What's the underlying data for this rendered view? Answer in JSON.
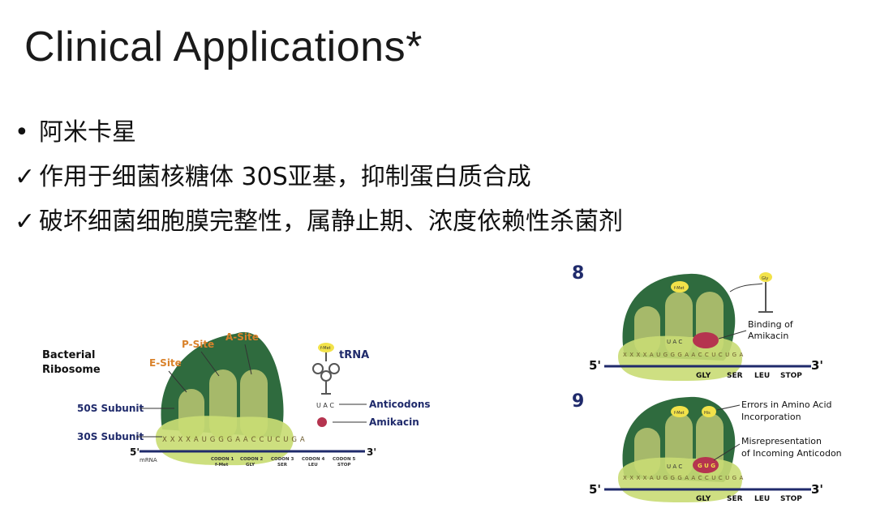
{
  "title": "Clinical Applications*",
  "bullets": [
    {
      "marker": "•",
      "text": "阿米卡星"
    },
    {
      "marker": "✓",
      "text": "作用于细菌核糖体 30S亚基，抑制蛋白质合成"
    },
    {
      "marker": "✓",
      "text": "破坏细菌细胞膜完整性，属静止期、浓度依赖性杀菌剂"
    }
  ],
  "diagram_left": {
    "heading_line1": "Bacterial",
    "heading_line2": "Ribosome",
    "e_site": "E-Site",
    "p_site": "P-Site",
    "a_site": "A-Site",
    "trna": "tRNA",
    "tmet": "f-Met",
    "anticodon_letters": "U A C",
    "anticodons": "Anticodons",
    "amikacin": "Amikacin",
    "subunit_50s": "50S Subunit",
    "subunit_30s": "30S Subunit",
    "five_prime": "5'",
    "three_prime": "3'",
    "mrna": "mRNA",
    "mrna_sequence": "X X X X A U G G G A A C C U C U G A",
    "codons": [
      {
        "name": "CODON 1",
        "aa": "f-Met"
      },
      {
        "name": "CODON 2",
        "aa": "GLY"
      },
      {
        "name": "CODON 3",
        "aa": "SER"
      },
      {
        "name": "CODON 4",
        "aa": "LEU"
      },
      {
        "name": "CODON 5",
        "aa": "STOP"
      }
    ]
  },
  "diagram_right_8": {
    "step": "8",
    "annot_line1": "Binding of",
    "annot_line2": "Amikacin",
    "tmet": "f-Met",
    "gly": "Gly",
    "anticodon_letters": "U A C",
    "mrna_sequence": "X X X X A U G G G A A C C U C U G A",
    "five_prime": "5'",
    "three_prime": "3'",
    "aa_labels": [
      "GLY",
      "SER",
      "LEU",
      "STOP"
    ]
  },
  "diagram_right_9": {
    "step": "9",
    "annot1_line1": "Errors in Amino Acid",
    "annot1_line2": "Incorporation",
    "annot2_line1": "Misrepresentation",
    "annot2_line2": "of Incoming Anticodon",
    "tmet": "f-Met",
    "his": "His",
    "anticodon_letters": "U A C",
    "mis_anticodon": "G U G",
    "mrna_sequence": "X X X X A U G G G A A C C U C U G A",
    "five_prime": "5'",
    "three_prime": "3'",
    "aa_labels": [
      "GLY",
      "SER",
      "LEU",
      "STOP"
    ]
  },
  "colors": {
    "ribosome_dark": "#2f6b3e",
    "ribosome_light": "#c9dc74",
    "site_label": "#d9822b",
    "navy": "#1f2a6b",
    "amikacin": "#b5344f",
    "stop_codon": "#d9534f"
  }
}
